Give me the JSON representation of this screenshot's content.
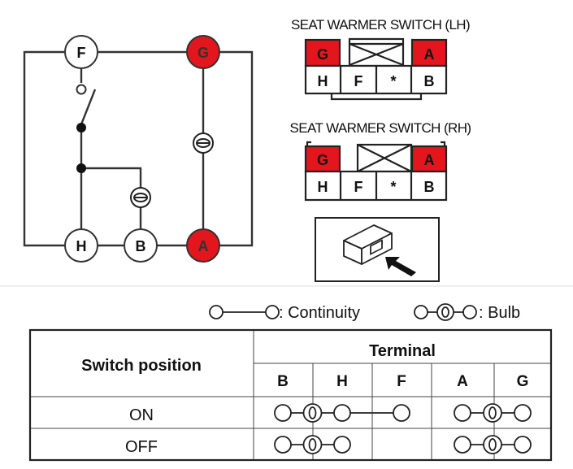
{
  "circuit": {
    "terminals": [
      {
        "id": "F",
        "label": "F",
        "highlight": false
      },
      {
        "id": "G",
        "label": "G",
        "highlight": true
      },
      {
        "id": "H",
        "label": "H",
        "highlight": false
      },
      {
        "id": "B",
        "label": "B",
        "highlight": false
      },
      {
        "id": "A",
        "label": "A",
        "highlight": true
      }
    ]
  },
  "connectors": {
    "lh": {
      "title": "SEAT WARMER SWITCH (LH)",
      "top": [
        "G",
        "",
        "A"
      ],
      "bottom": [
        "H",
        "F",
        "*",
        "B"
      ]
    },
    "rh": {
      "title": "SEAT WARMER SWITCH (RH)",
      "top": [
        "G",
        "",
        "A"
      ],
      "bottom": [
        "H",
        "F",
        "*",
        "B"
      ]
    }
  },
  "legend": {
    "continuity": ": Continuity",
    "bulb": ": Bulb"
  },
  "table": {
    "header_switch": "Switch position",
    "header_terminal": "Terminal",
    "terminals": [
      "B",
      "H",
      "F",
      "A",
      "G"
    ],
    "rows": [
      {
        "position": "ON",
        "connections": [
          {
            "from": "B",
            "to": "H",
            "type": "bulb"
          },
          {
            "from": "H",
            "to": "F",
            "type": "continuity"
          },
          {
            "from": "A",
            "to": "G",
            "type": "bulb"
          }
        ]
      },
      {
        "position": "OFF",
        "connections": [
          {
            "from": "B",
            "to": "H",
            "type": "bulb"
          },
          {
            "from": "A",
            "to": "G",
            "type": "bulb"
          }
        ]
      }
    ]
  },
  "colors": {
    "highlight": "#e3161e",
    "line": "#222222"
  }
}
